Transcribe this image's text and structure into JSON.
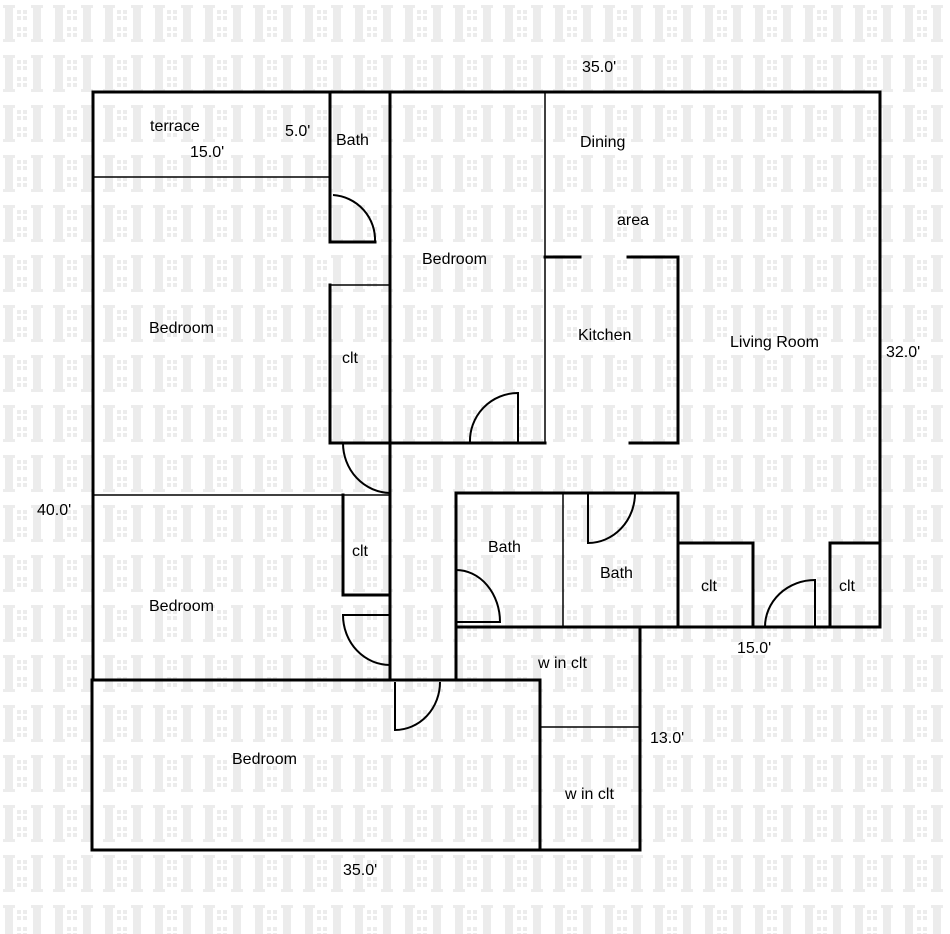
{
  "rooms": {
    "terrace": "terrace",
    "bath_top": "Bath",
    "dining": "Dining",
    "area": "area",
    "bedroom_center": "Bedroom",
    "bedroom_left_upper": "Bedroom",
    "kitchen": "Kitchen",
    "living_room": "Living Room",
    "clt_upper": "clt",
    "clt_left": "clt",
    "bath_mid_left": "Bath",
    "bath_mid_right": "Bath",
    "clt_mid": "clt",
    "clt_right": "clt",
    "bedroom_left_lower": "Bedroom",
    "win_clt_upper": "w in clt",
    "bedroom_bottom": "Bedroom",
    "win_clt_lower": "w in clt"
  },
  "dimensions": {
    "top": "35.0'",
    "terrace_width": "15.0'",
    "terrace_depth": "5.0'",
    "right": "32.0'",
    "left": "40.0'",
    "right_lower": "15.0'",
    "bottom_right": "13.0'",
    "bottom": "35.0'"
  },
  "colors": {
    "walls": "#000000",
    "watermark": "#ececec"
  }
}
